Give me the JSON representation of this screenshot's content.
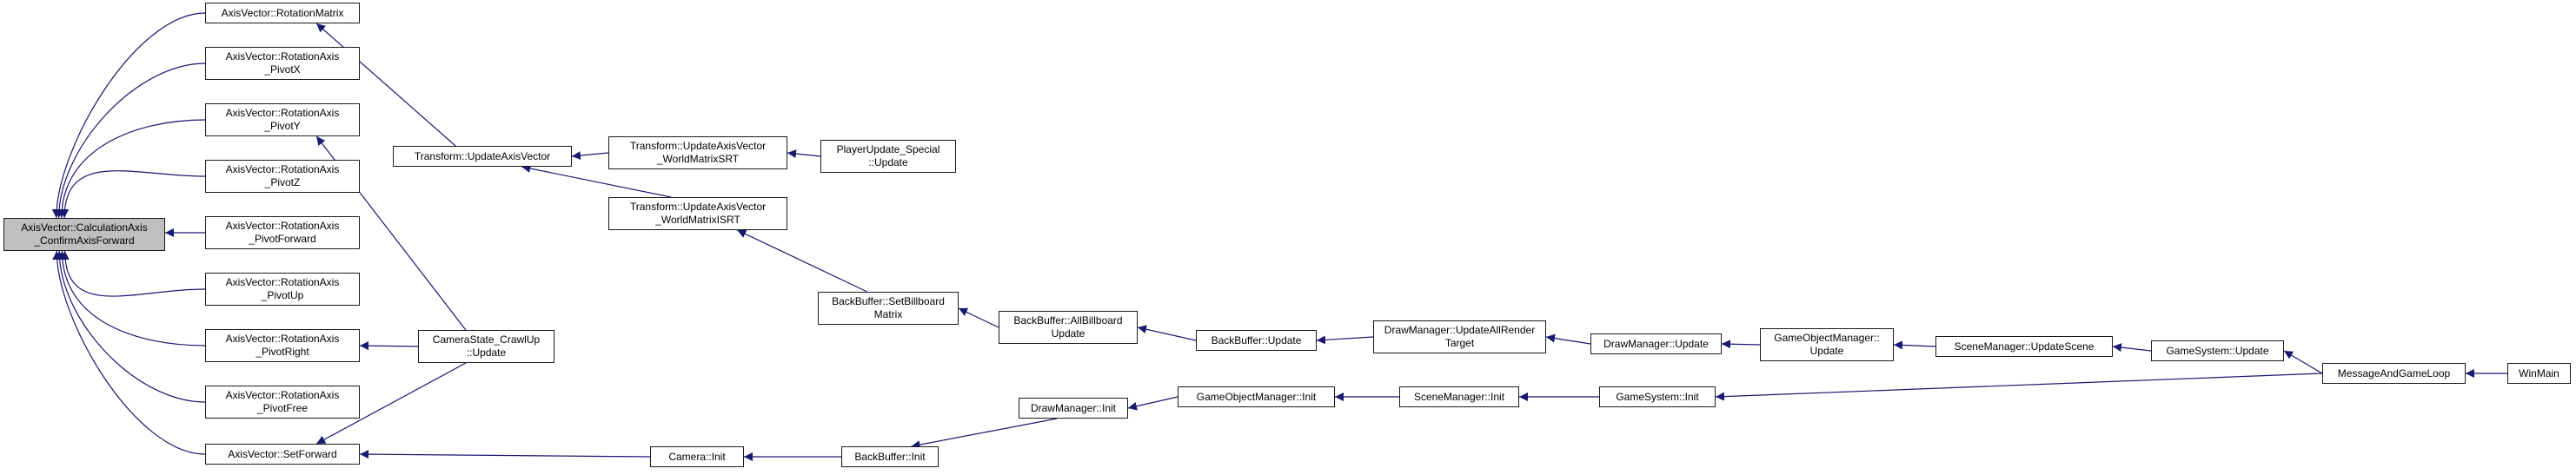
{
  "colors": {
    "edge": "#191970",
    "root_fill": "#bfbfbf",
    "node_border": "#1a1a1a",
    "background": "#ffffff"
  },
  "nodes": [
    {
      "id": "root",
      "lines": [
        "AxisVector::CalculationAxis",
        "_ConfirmAxisForward"
      ],
      "root": true
    },
    {
      "id": "rotmatrix",
      "lines": [
        "AxisVector::RotationMatrix"
      ]
    },
    {
      "id": "pivotx",
      "lines": [
        "AxisVector::RotationAxis",
        "_PivotX"
      ]
    },
    {
      "id": "pivoty",
      "lines": [
        "AxisVector::RotationAxis",
        "_PivotY"
      ]
    },
    {
      "id": "pivotz",
      "lines": [
        "AxisVector::RotationAxis",
        "_PivotZ"
      ]
    },
    {
      "id": "pivotforward",
      "lines": [
        "AxisVector::RotationAxis",
        "_PivotForward"
      ]
    },
    {
      "id": "pivotup",
      "lines": [
        "AxisVector::RotationAxis",
        "_PivotUp"
      ]
    },
    {
      "id": "pivotright",
      "lines": [
        "AxisVector::RotationAxis",
        "_PivotRight"
      ]
    },
    {
      "id": "pivotfree",
      "lines": [
        "AxisVector::RotationAxis",
        "_PivotFree"
      ]
    },
    {
      "id": "setforward",
      "lines": [
        "AxisVector::SetForward"
      ]
    },
    {
      "id": "updateaxis",
      "lines": [
        "Transform::UpdateAxisVector"
      ]
    },
    {
      "id": "crawlup",
      "lines": [
        "CameraState_CrawlUp",
        "::Update"
      ]
    },
    {
      "id": "srt",
      "lines": [
        "Transform::UpdateAxisVector",
        "_WorldMatrixSRT"
      ]
    },
    {
      "id": "isrt",
      "lines": [
        "Transform::UpdateAxisVector",
        "_WorldMatrixISRT"
      ]
    },
    {
      "id": "playerupd",
      "lines": [
        "PlayerUpdate_Special",
        "::Update"
      ]
    },
    {
      "id": "setbillboard",
      "lines": [
        "BackBuffer::SetBillboard",
        "Matrix"
      ]
    },
    {
      "id": "allbillboard",
      "lines": [
        "BackBuffer::AllBillboard",
        "Update"
      ]
    },
    {
      "id": "bbupdate",
      "lines": [
        "BackBuffer::Update"
      ]
    },
    {
      "id": "dmrender",
      "lines": [
        "DrawManager::UpdateAllRender",
        "Target"
      ]
    },
    {
      "id": "dmupdate",
      "lines": [
        "DrawManager::Update"
      ]
    },
    {
      "id": "gomupdate",
      "lines": [
        "GameObjectManager::",
        "Update"
      ]
    },
    {
      "id": "smupdate",
      "lines": [
        "SceneManager::UpdateScene"
      ]
    },
    {
      "id": "gsupdate",
      "lines": [
        "GameSystem::Update"
      ]
    },
    {
      "id": "msgloop",
      "lines": [
        "MessageAndGameLoop"
      ]
    },
    {
      "id": "winmain",
      "lines": [
        "WinMain"
      ]
    },
    {
      "id": "camerainit",
      "lines": [
        "Camera::Init"
      ]
    },
    {
      "id": "bbinit",
      "lines": [
        "BackBuffer::Init"
      ]
    },
    {
      "id": "dminit",
      "lines": [
        "DrawManager::Init"
      ]
    },
    {
      "id": "gominit",
      "lines": [
        "GameObjectManager::Init"
      ]
    },
    {
      "id": "sminit",
      "lines": [
        "SceneManager::Init"
      ]
    },
    {
      "id": "gsinit",
      "lines": [
        "GameSystem::Init"
      ]
    }
  ],
  "edges": [
    [
      "rotmatrix",
      "root"
    ],
    [
      "pivotx",
      "root"
    ],
    [
      "pivoty",
      "root"
    ],
    [
      "pivotz",
      "root"
    ],
    [
      "pivotforward",
      "root"
    ],
    [
      "pivotup",
      "root"
    ],
    [
      "pivotright",
      "root"
    ],
    [
      "pivotfree",
      "root"
    ],
    [
      "setforward",
      "root"
    ],
    [
      "updateaxis",
      "rotmatrix"
    ],
    [
      "crawlup",
      "pivoty"
    ],
    [
      "crawlup",
      "pivotright"
    ],
    [
      "crawlup",
      "setforward"
    ],
    [
      "srt",
      "updateaxis"
    ],
    [
      "isrt",
      "updateaxis"
    ],
    [
      "playerupd",
      "srt"
    ],
    [
      "setbillboard",
      "isrt"
    ],
    [
      "allbillboard",
      "setbillboard"
    ],
    [
      "bbupdate",
      "allbillboard"
    ],
    [
      "dmrender",
      "bbupdate"
    ],
    [
      "dmupdate",
      "dmrender"
    ],
    [
      "gomupdate",
      "dmupdate"
    ],
    [
      "smupdate",
      "gomupdate"
    ],
    [
      "gsupdate",
      "smupdate"
    ],
    [
      "msgloop",
      "gsupdate"
    ],
    [
      "winmain",
      "msgloop"
    ],
    [
      "camerainit",
      "setforward"
    ],
    [
      "bbinit",
      "camerainit"
    ],
    [
      "dminit",
      "bbinit"
    ],
    [
      "gominit",
      "dminit"
    ],
    [
      "sminit",
      "gominit"
    ],
    [
      "gsinit",
      "sminit"
    ],
    [
      "msgloop",
      "gsinit"
    ]
  ]
}
